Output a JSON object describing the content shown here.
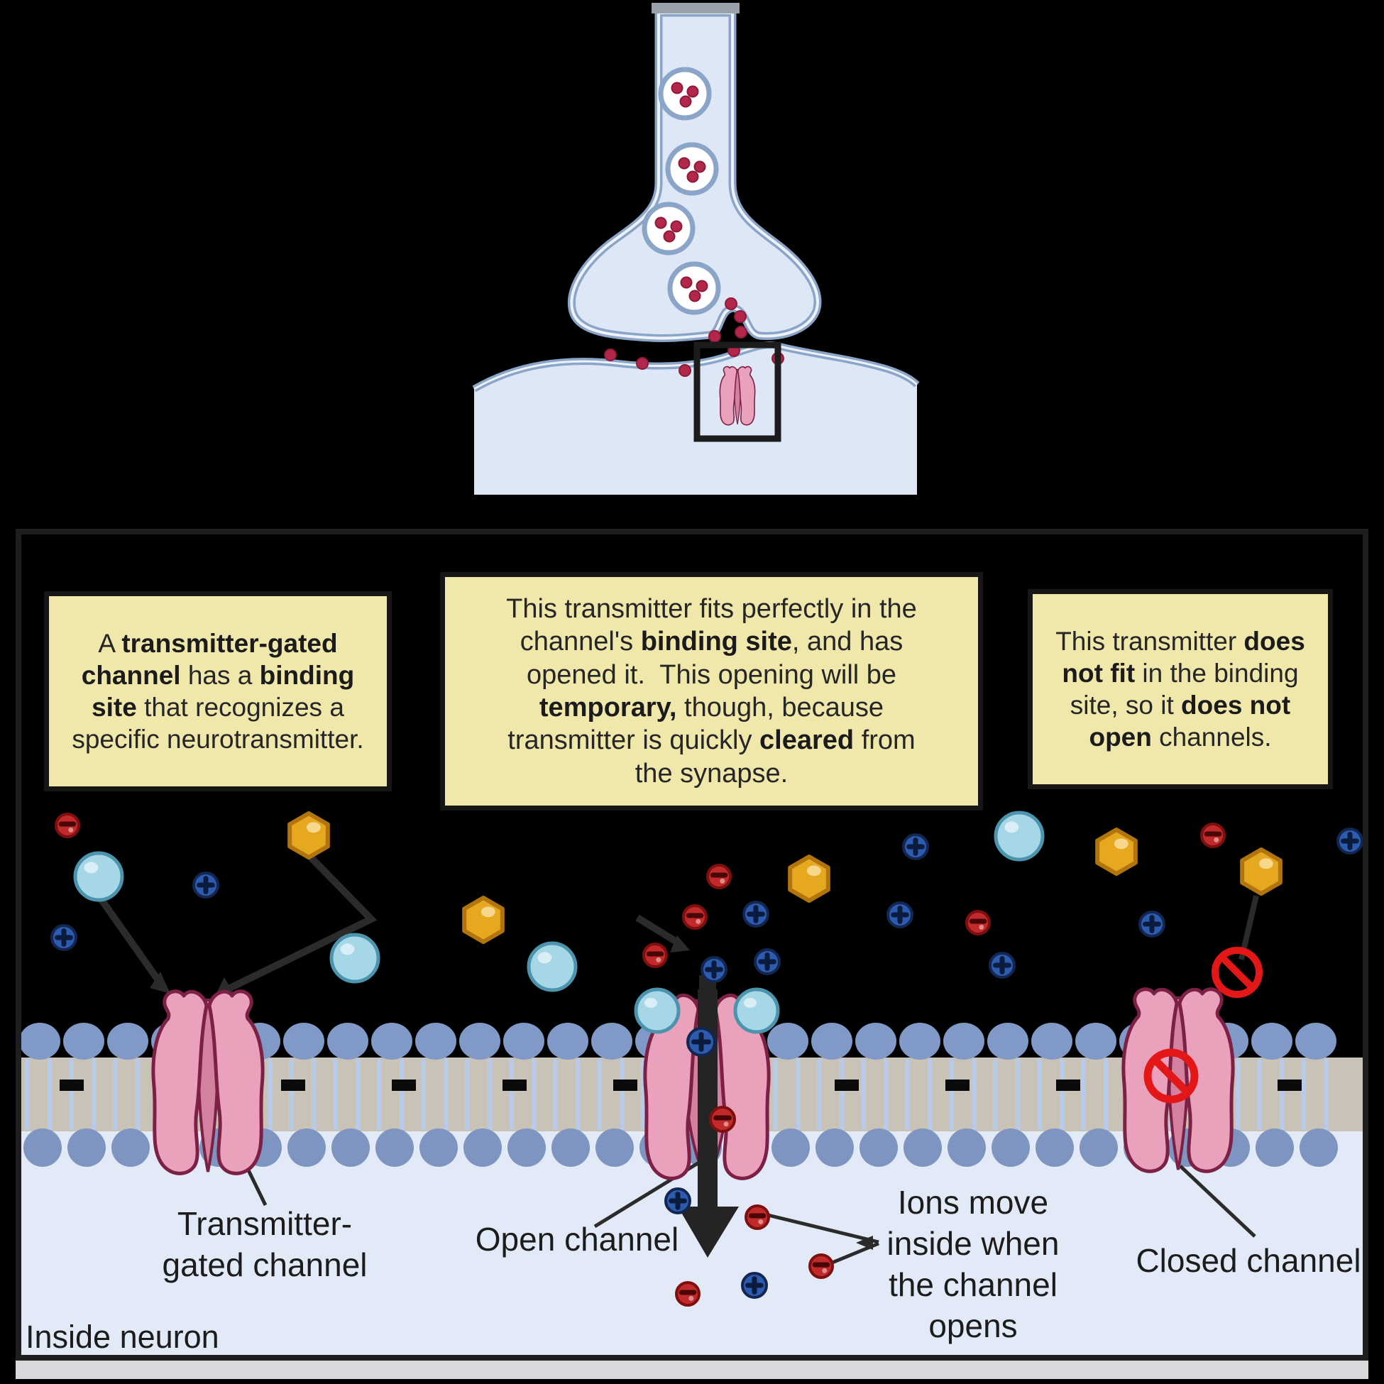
{
  "colors": {
    "background": "#000000",
    "panel_border": "#1e1e1e",
    "note_bg": "#f0e7ab",
    "note_border": "#161616",
    "note_text": "#262626",
    "cell_fill": "#dde7f6",
    "inside_fill": "#e3eaf7",
    "membrane_line": "#8aa5c8",
    "lipid_head": "#8099c6",
    "lipid_head2": "#7e95c1",
    "lipid_tail": "#b6cbec",
    "tail_band": "#c9c3b7",
    "channel_fill": "#eaa2bc",
    "channel_pore": "#d3819e",
    "channel_stroke": "#7c2145",
    "transmitter_sphere": "#a6d7e6",
    "transmitter_sphere_edge": "#4c93ad",
    "transmitter_hex": "#e6a81f",
    "transmitter_hex_edge": "#b2750e",
    "ion_positive": "#2d5bb0",
    "ion_positive_edge": "#13264f",
    "ion_negative": "#c12a2a",
    "ion_negative_edge": "#7e0f0f",
    "nt_dot": "#b3274a",
    "prohibited": "#e31717",
    "arrow": "#242424",
    "label_text": "#1c1c1c"
  },
  "notes": {
    "left": {
      "segments": [
        {
          "t": "A ",
          "b": false
        },
        {
          "t": "transmitter-gated channel",
          "b": true
        },
        {
          "t": " has a ",
          "b": false
        },
        {
          "t": "binding site",
          "b": true
        },
        {
          "t": " that recognizes a specific neurotransmitter.",
          "b": false
        }
      ]
    },
    "middle": {
      "segments": [
        {
          "t": "This transmitter fits perfectly in the channel's ",
          "b": false
        },
        {
          "t": "binding site",
          "b": true
        },
        {
          "t": ", and has opened it.  This opening will be ",
          "b": false
        },
        {
          "t": "temporary,",
          "b": true
        },
        {
          "t": " though, because transmitter is quickly ",
          "b": false
        },
        {
          "t": "cleared",
          "b": true
        },
        {
          "t": " from the synapse.",
          "b": false
        }
      ]
    },
    "right": {
      "segments": [
        {
          "t": "This transmitter ",
          "b": false
        },
        {
          "t": "does not fit",
          "b": true
        },
        {
          "t": " in the binding site, so it ",
          "b": false
        },
        {
          "t": "does not open",
          "b": true
        },
        {
          "t": " channels.",
          "b": false
        }
      ]
    }
  },
  "labels": {
    "transmitter_gated_1": "Transmitter-",
    "transmitter_gated_2": "gated channel",
    "open_channel": "Open channel",
    "closed_channel": "Closed channel",
    "ions_note": "Ions move inside when the channel opens",
    "inside_neuron": "Inside neuron"
  }
}
